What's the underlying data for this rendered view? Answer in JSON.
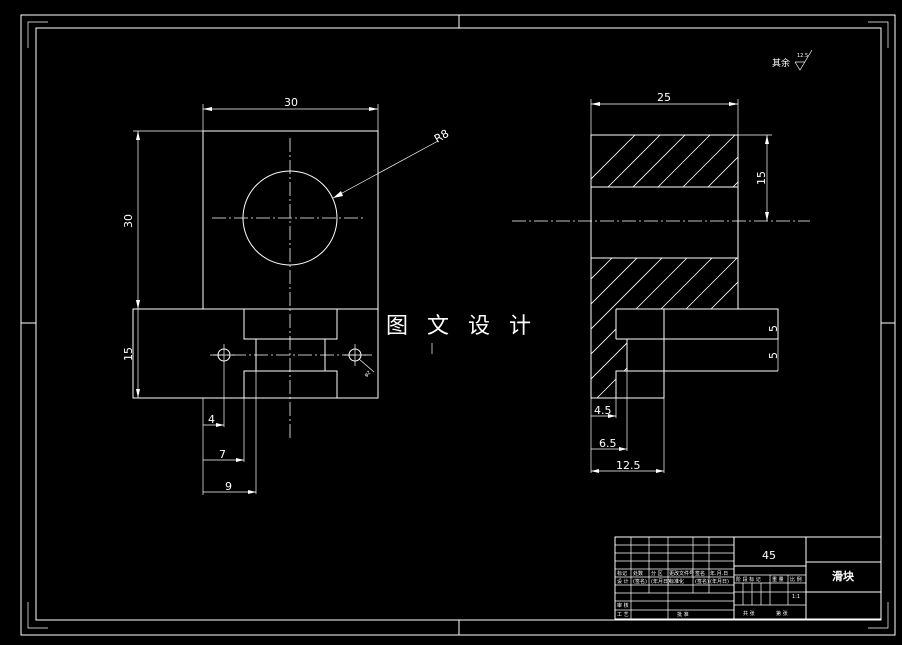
{
  "watermark": "图 文 设 计",
  "roughness_note": {
    "label": "其余",
    "value": "12.5"
  },
  "front_view": {
    "dims": {
      "width": "30",
      "height": "30",
      "lower_height": "15",
      "radius": "R8",
      "hole": "φ2",
      "offset_4": "4",
      "offset_7": "7",
      "offset_9": "9"
    }
  },
  "side_view": {
    "dims": {
      "width": "25",
      "upper": "15",
      "slot_top": "5",
      "slot_bottom": "5",
      "d45": "4.5",
      "d65": "6.5",
      "d125": "12.5"
    }
  },
  "title_block": {
    "material": "45",
    "part_name": "滑块",
    "scale": "1:1",
    "row_labels": [
      "标记",
      "处数",
      "分 区",
      "更改文件号",
      "签名",
      "年.月.日"
    ],
    "row_labels2": [
      "设 计",
      "(签名)",
      "(年月日)",
      "标准化",
      "(签名)",
      "(年月日)"
    ],
    "footer_labels": [
      "审 核",
      "工 艺",
      "批 准"
    ],
    "stage_labels": [
      "阶 段 标 记",
      "重 量",
      "比 例"
    ],
    "sheet_labels": [
      "共  张",
      "第  张"
    ]
  }
}
